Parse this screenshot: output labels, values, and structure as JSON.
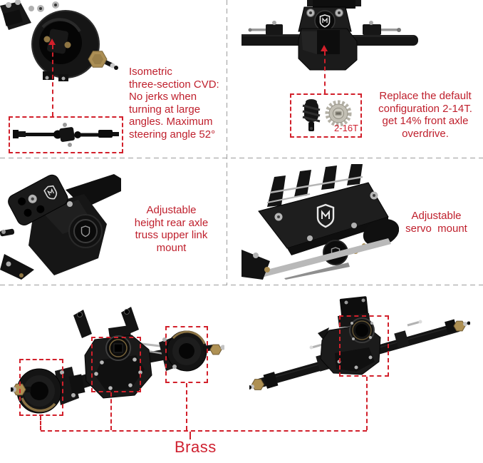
{
  "labels": {
    "cvd_note": "Isometric\nthree-section CVD:\nNo jerks when\nturning at large\nangles. Maximum\nsteering angle 52°",
    "gear_note": "Replace the default\nconfiguration 2-14T.\nget 14% front axle\noverdrive.",
    "gear_label": "2-16T",
    "truss_note": "Adjustable\nheight rear axle\ntruss upper link\nmount",
    "servo_note": "Adjustable\nservo  mount",
    "brass_label": "Brass"
  },
  "colors": {
    "annotation_red": "#bf1f2c",
    "callout_red": "#d2202b",
    "divider_gray": "#9c9c9c",
    "brass": "#ae9053",
    "part_black": "#151515"
  }
}
